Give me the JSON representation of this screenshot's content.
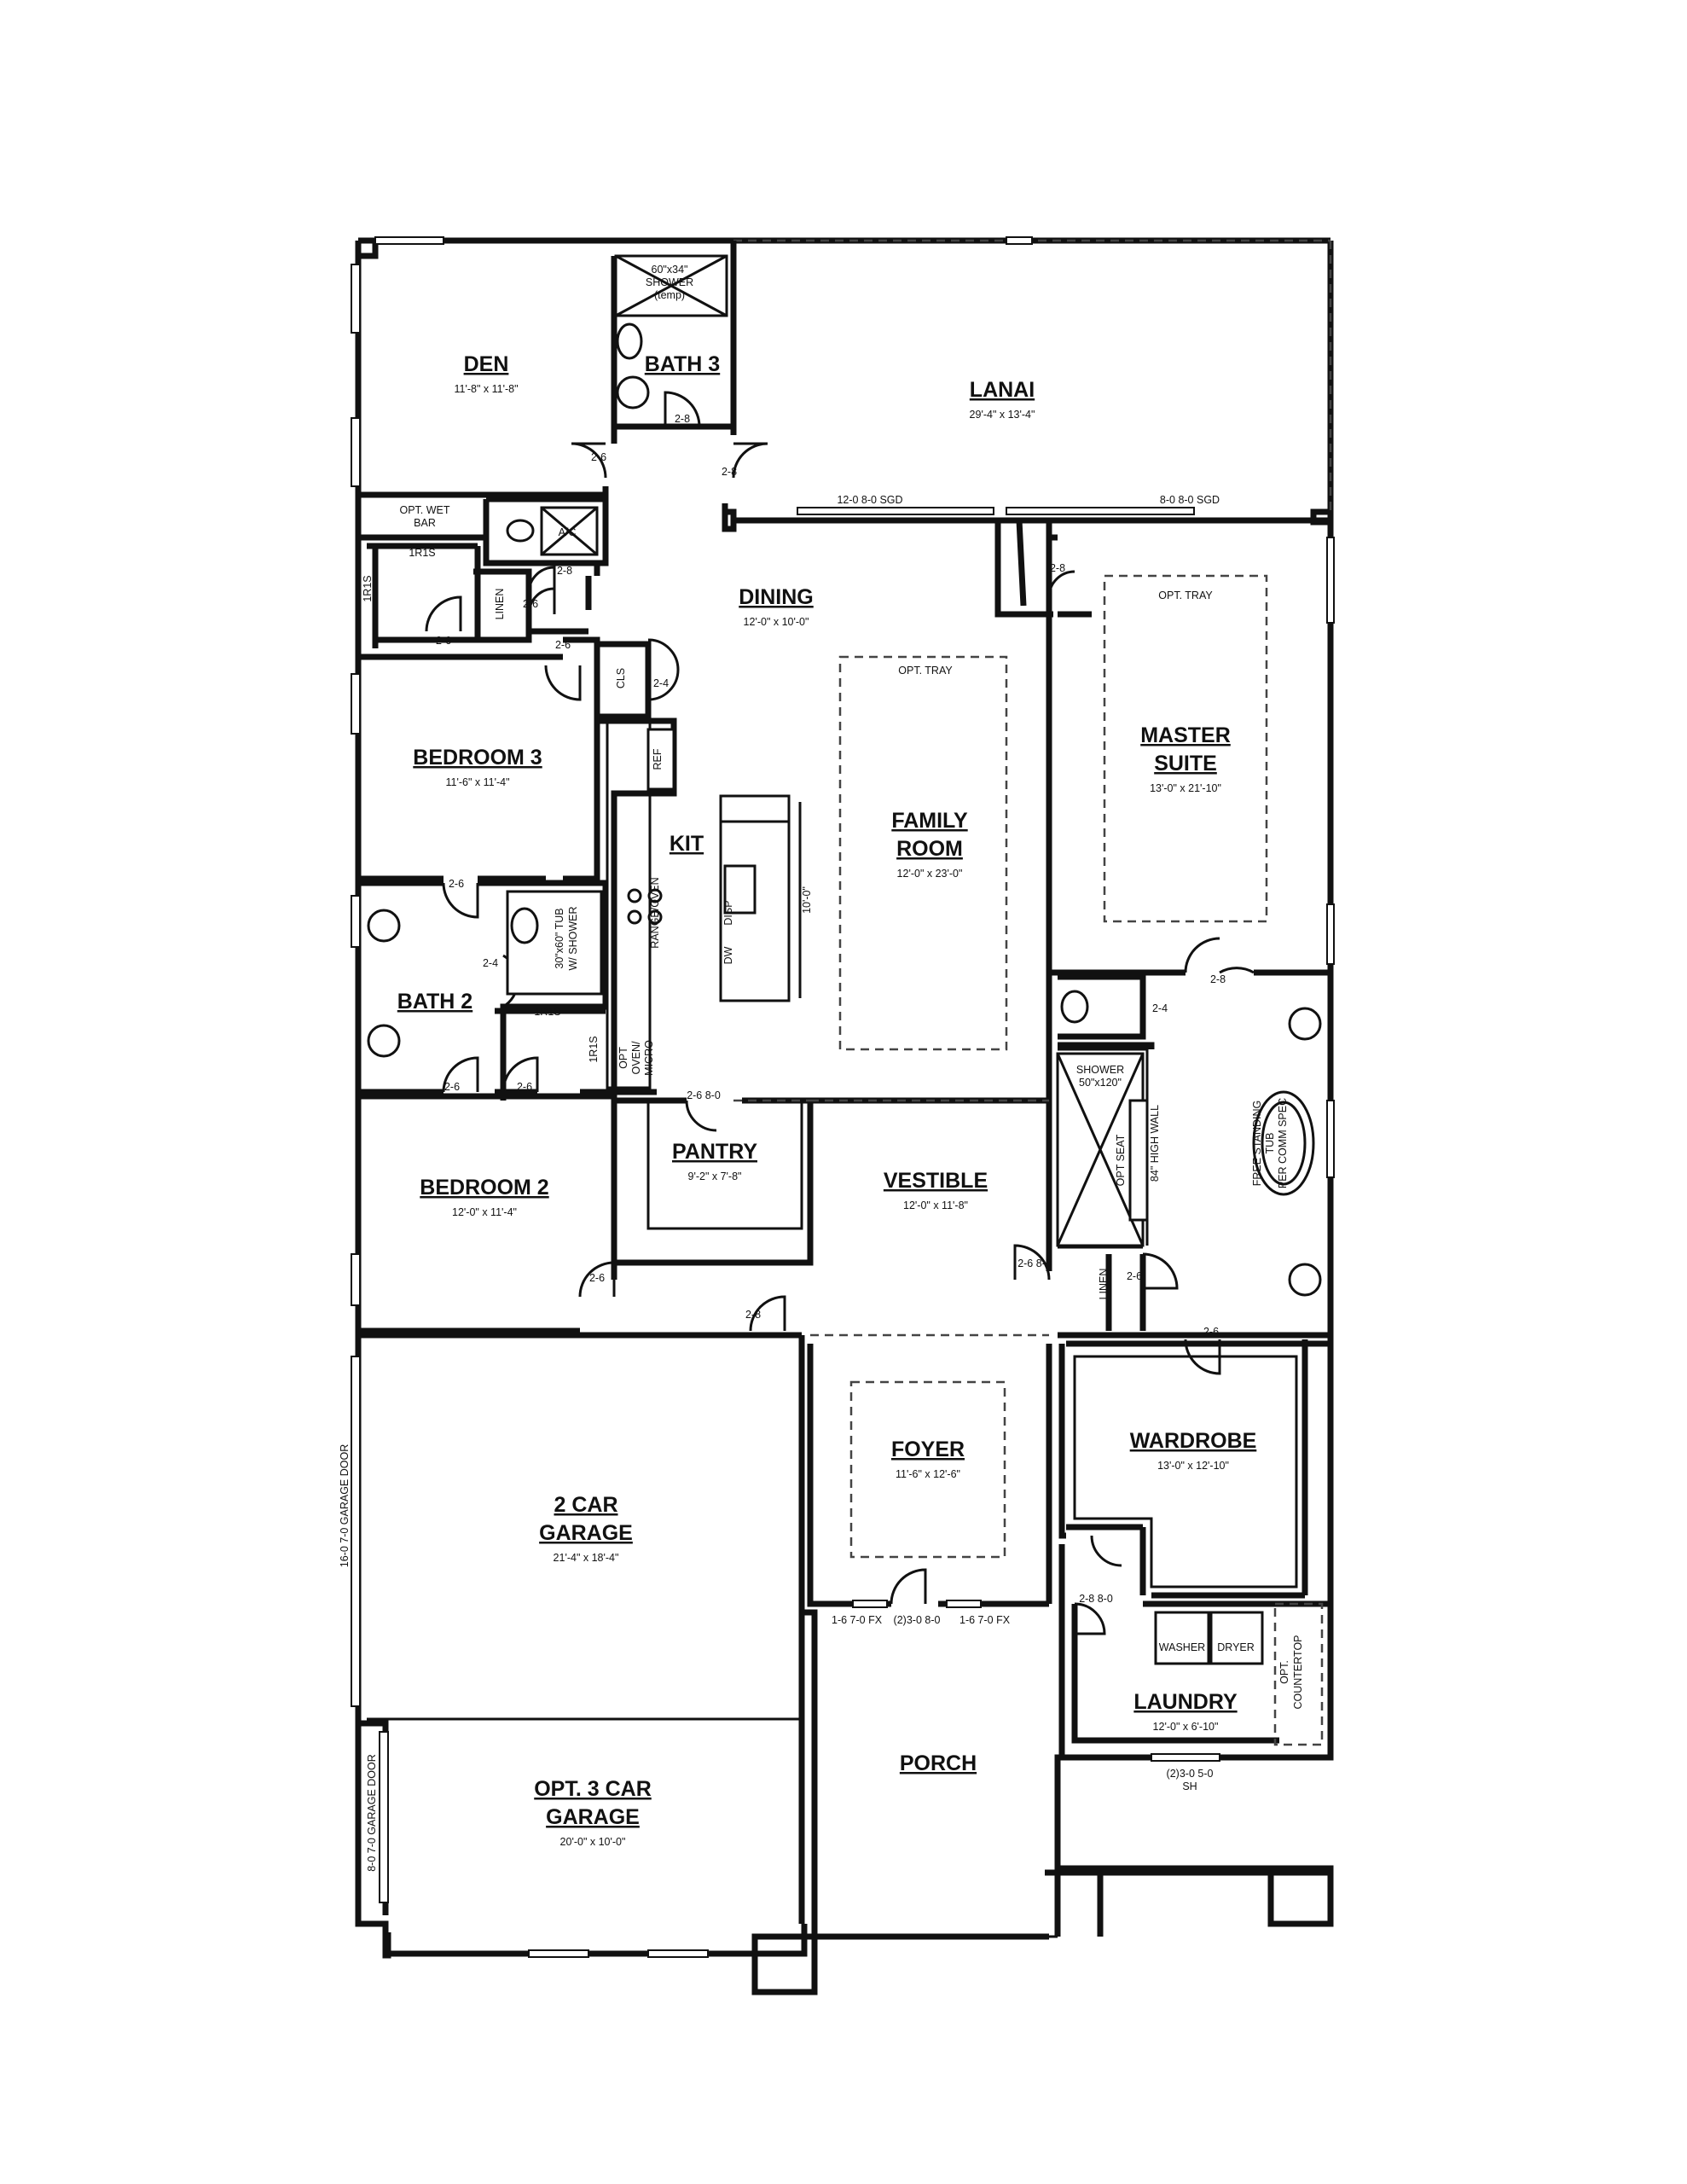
{
  "rooms": {
    "den": {
      "name": "DEN",
      "dim": "11'-8\" x 11'-8\""
    },
    "bath3": {
      "name": "BATH 3"
    },
    "lanai": {
      "name": "LANAI",
      "dim": "29'-4\" x 13'-4\""
    },
    "dining": {
      "name": "DINING",
      "dim": "12'-0\" x 10'-0\""
    },
    "bedroom3": {
      "name": "BEDROOM 3",
      "dim": "11'-6\" x 11'-4\""
    },
    "kit": {
      "name": "KIT"
    },
    "family": {
      "name1": "FAMILY",
      "name2": "ROOM",
      "dim": "12'-0\" x 23'-0\""
    },
    "master": {
      "name1": "MASTER",
      "name2": "SUITE",
      "dim": "13'-0\" x 21'-10\""
    },
    "bath2": {
      "name": "BATH 2"
    },
    "bedroom2": {
      "name": "BEDROOM 2",
      "dim": "12'-0\" x 11'-4\""
    },
    "pantry": {
      "name": "PANTRY",
      "dim": "9'-2\" x 7'-8\""
    },
    "vestible": {
      "name": "VESTIBLE",
      "dim": "12'-0\" x 11'-8\""
    },
    "garage2": {
      "name1": "2 CAR",
      "name2": "GARAGE",
      "dim": "21'-4\" x 18'-4\""
    },
    "foyer": {
      "name": "FOYER",
      "dim": "11'-6\" x 12'-6\""
    },
    "wardrobe": {
      "name": "WARDROBE",
      "dim": "13'-0\" x 12'-10\""
    },
    "laundry": {
      "name": "LAUNDRY",
      "dim": "12'-0\" x 6'-10\""
    },
    "porch": {
      "name": "PORCH"
    },
    "garage3": {
      "name1": "OPT. 3 CAR",
      "name2": "GARAGE",
      "dim": "20'-0\" x 10'-0\""
    }
  },
  "notes": {
    "shower3_a": "60\"x34\"",
    "shower3_b": "SHOWER",
    "shower3_c": "(temp)",
    "door_2_8": "2-8",
    "door_2_6": "2-6",
    "door_2_4": "2-4",
    "sgd_left": "12-0 8-0 SGD",
    "sgd_right": "8-0 8-0 SGD",
    "opt_wet_bar_a": "OPT. WET",
    "opt_wet_bar_b": "BAR",
    "ac": "A/C",
    "r1s": "1R1S",
    "linen": "LINEN",
    "cls": "CLS",
    "ref": "REF",
    "opt_tray": "OPT. TRAY",
    "range": "RANGE/OVEN",
    "disp": "DISP",
    "dw": "DW",
    "island_dim": "10'-0\"",
    "tub_a": "30\"x60\" TUB",
    "tub_b": "W/ SHOWER",
    "oven_micro_a": "OPT",
    "oven_micro_b": "OVEN/",
    "oven_micro_c": "MICRO",
    "pantry_door": "2-6 8-0",
    "shower_m_a": "SHOWER",
    "shower_m_b": "50\"x120\"",
    "opt_seat": "OPT SEAT",
    "high_wall": "84\" HIGH WALL",
    "tub_m_a": "FREE STANDING",
    "tub_m_b": "TUB",
    "tub_m_c": "PER COMM SPEC",
    "vest_door": "2-6 8-0",
    "garage_door_main": "16-0 7-0 GARAGE DOOR",
    "garage_door_opt": "8-0 7-0 GARAGE DOOR",
    "front_windows": "1-6 7-0 FX",
    "front_door": "(2)3-0 8-0",
    "front_windows_r": "1-6 7-0 FX",
    "laundry_door": "2-8 8-0",
    "washer": "WASHER",
    "dryer": "DRYER",
    "opt_countertop_a": "OPT.",
    "opt_countertop_b": "COUNTERTOP",
    "laundry_window_a": "(2)3-0 5-0",
    "laundry_window_b": "SH"
  }
}
